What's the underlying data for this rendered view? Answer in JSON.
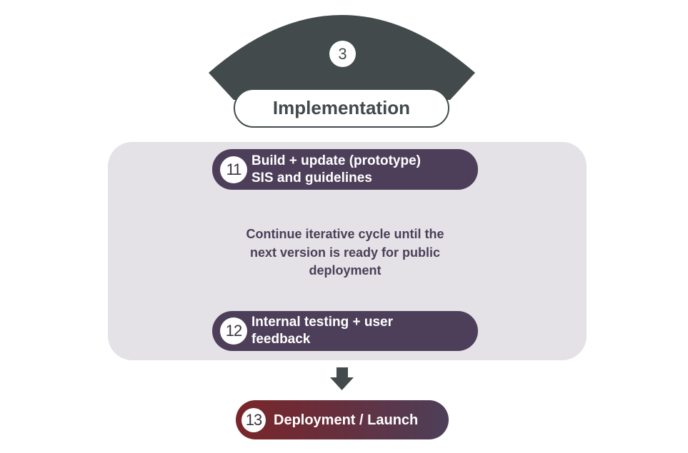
{
  "colors": {
    "dark_slate": "#424a4c",
    "panel_bg": "#e4e2e7",
    "step_purple": "#4d3f59",
    "launch_red": "#7a2629",
    "note_text": "#4a3f58",
    "white": "#ffffff"
  },
  "phase": {
    "number": "3",
    "title": "Implementation"
  },
  "cycle": {
    "note": "Continue iterative cycle until the next version is ready for public deployment",
    "steps": [
      {
        "number": "11",
        "label_line1": "Build + update (prototype)",
        "label_line2": "SIS and guidelines"
      },
      {
        "number": "12",
        "label_line1": "Internal testing + user",
        "label_line2": "feedback"
      }
    ],
    "arrows": [
      "cycle-arrow-up-left",
      "cycle-arrow-down-right"
    ]
  },
  "final_step": {
    "number": "13",
    "label": "Deployment / Launch"
  },
  "icons": {
    "down_arrow": "down-arrow-icon"
  }
}
